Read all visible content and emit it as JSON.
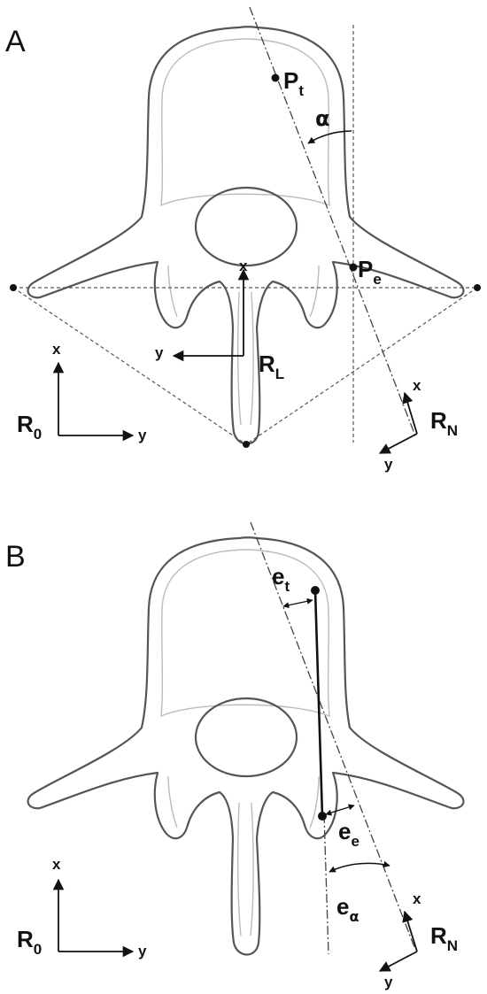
{
  "panels": [
    {
      "id": "A",
      "label": "A",
      "points": {
        "pt": {
          "base": "P",
          "sub": "t"
        },
        "pe": {
          "base": "P",
          "sub": "e"
        }
      },
      "angle": "α",
      "frames": {
        "r0": {
          "base": "R",
          "sub": "0",
          "x": "x",
          "y": "y"
        },
        "rl": {
          "base": "R",
          "sub": "L",
          "x": "x",
          "y": "y"
        },
        "rn": {
          "base": "R",
          "sub": "N",
          "x": "x",
          "y": "y"
        }
      }
    },
    {
      "id": "B",
      "label": "B",
      "errors": {
        "et": {
          "base": "e",
          "sub": "t"
        },
        "ee": {
          "base": "e",
          "sub": "e"
        },
        "ea": {
          "base": "e",
          "sub": "α"
        }
      },
      "frames": {
        "r0": {
          "base": "R",
          "sub": "0",
          "x": "x",
          "y": "y"
        },
        "rn": {
          "base": "R",
          "sub": "N",
          "x": "x",
          "y": "y"
        }
      }
    }
  ]
}
